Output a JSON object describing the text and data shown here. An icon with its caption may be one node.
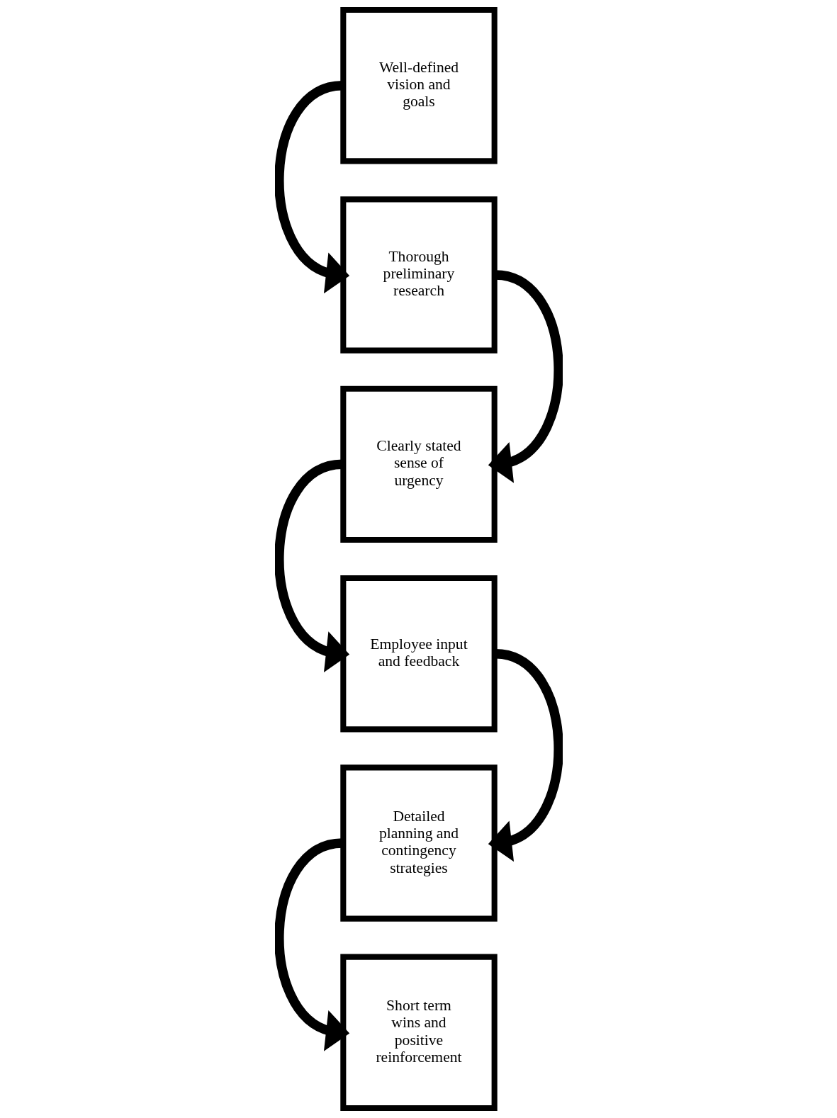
{
  "diagram": {
    "nodes": [
      {
        "text": [
          "Well-defined vision and goals"
        ]
      },
      {
        "text": [
          "Thorough preliminary research"
        ]
      },
      {
        "text": [
          "Clearly stated sense of urgency"
        ]
      },
      {
        "text": [
          "Employee input and feedback"
        ]
      },
      {
        "text": [
          "Detailed planning and contingency strategies"
        ]
      },
      {
        "text": [
          "Short term wins and positive reinforcement"
        ]
      }
    ],
    "edges": [
      {
        "from": 0,
        "to": 1,
        "arrow": "to"
      },
      {
        "from": 1,
        "to": 2,
        "arrow": "to"
      },
      {
        "from": 2,
        "to": 3,
        "arrow": "to"
      },
      {
        "from": 3,
        "to": 4,
        "arrow": "to"
      },
      {
        "from": 4,
        "to": 5,
        "arrow": "to"
      }
    ]
  }
}
